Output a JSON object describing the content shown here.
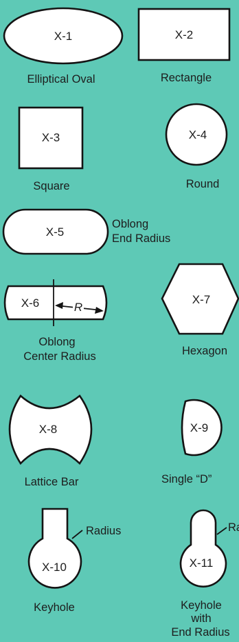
{
  "colors": {
    "background": "#5ec9b6",
    "shape_fill": "#ffffff",
    "ink": "#141414"
  },
  "shapes": {
    "x1": {
      "code": "X-1",
      "name": "Elliptical Oval"
    },
    "x2": {
      "code": "X-2",
      "name": "Rectangle"
    },
    "x3": {
      "code": "X-3",
      "name": "Square"
    },
    "x4": {
      "code": "X-4",
      "name": "Round"
    },
    "x5": {
      "code": "X-5",
      "name_line1": "Oblong",
      "name_line2": "End Radius"
    },
    "x6": {
      "code": "X-6",
      "dim": "R",
      "name_line1": "Oblong",
      "name_line2": "Center Radius"
    },
    "x7": {
      "code": "X-7",
      "name": "Hexagon"
    },
    "x8": {
      "code": "X-8",
      "name": "Lattice Bar"
    },
    "x9": {
      "code": "X-9",
      "name": "Single “D”"
    },
    "x10": {
      "code": "X-10",
      "callout": "Radius",
      "name": "Keyhole"
    },
    "x11": {
      "code": "X-11",
      "callout": "Ra",
      "name_line1": "Keyhole",
      "name_line2": "with",
      "name_line3": "End Radius"
    }
  }
}
